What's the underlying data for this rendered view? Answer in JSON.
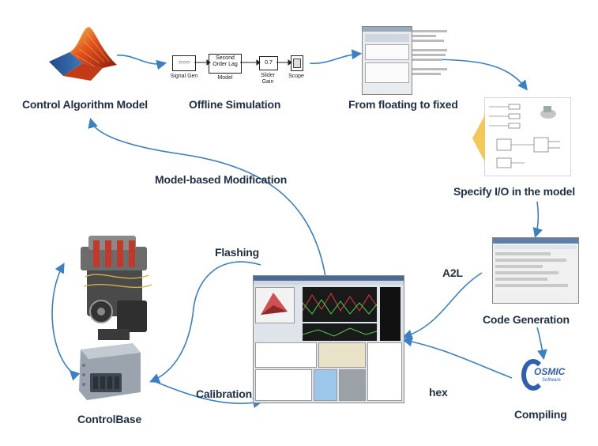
{
  "labels": {
    "control_algorithm_model": "Control Algorithm Model",
    "offline_simulation": "Offline Simulation",
    "from_floating_to_fixed": "From floating to fixed",
    "specify_io": "Specify I/O in the model",
    "code_generation": "Code Generation",
    "compiling": "Compiling",
    "model_based_modification": "Model-based Modification",
    "flashing": "Flashing",
    "calibration": "Calibration",
    "a2l": "A2L",
    "hex": "hex",
    "controlbase": "ControlBase"
  },
  "simulink": {
    "signal_gen_label": "Signal Gen",
    "second_order_lag_text": "Second Order Lag",
    "model_label": "Model",
    "gain_value": "0.7",
    "slider_gain_label": "Slider Gain",
    "scope_label": "Scope"
  },
  "cosmic_logo": {
    "text": "OSMIC",
    "sub": "Software"
  },
  "colors": {
    "arrow": "#3b7fc4",
    "label": "#1f2f45"
  }
}
